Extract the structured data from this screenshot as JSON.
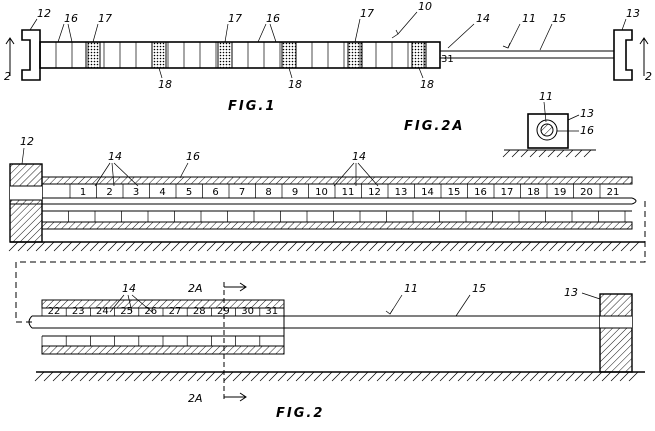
{
  "figures": {
    "fig1_label": "FIG.1",
    "fig2_label": "FIG.2",
    "fig2a_label": "FIG.2A"
  },
  "fig1": {
    "refs": [
      "12",
      "16",
      "17",
      "17",
      "16",
      "17",
      "10",
      "14",
      "11",
      "15",
      "13",
      "18",
      "18",
      "18",
      "31"
    ],
    "section_marks": [
      "2",
      "2"
    ]
  },
  "fig2a": {
    "refs": [
      "11",
      "13",
      "16"
    ]
  },
  "fig2": {
    "refs_top": [
      "12",
      "14",
      "16",
      "14"
    ],
    "scale_top": [
      "1",
      "2",
      "3",
      "4",
      "5",
      "6",
      "7",
      "8",
      "9",
      "10",
      "11",
      "12",
      "13",
      "14",
      "15",
      "16",
      "17",
      "18",
      "19",
      "20",
      "21"
    ],
    "refs_bottom": [
      "14",
      "11",
      "15",
      "13"
    ],
    "scale_bottom": [
      "22",
      "23",
      "24",
      "25",
      "26",
      "27",
      "28",
      "29",
      "30",
      "31"
    ],
    "section_label": "2A"
  }
}
